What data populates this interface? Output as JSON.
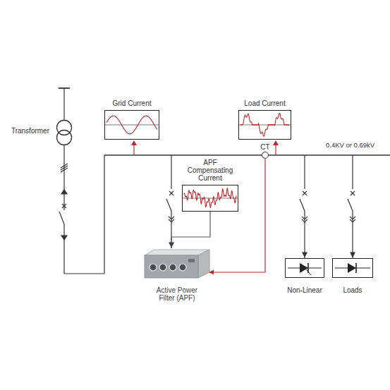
{
  "diagram": {
    "nodes": [
      {
        "text": [
          "Transformer"
        ]
      },
      {
        "text": [
          "Grid Current"
        ]
      },
      {
        "text": [
          "Load Current"
        ]
      },
      {
        "text": [
          "CT"
        ]
      },
      {
        "text": [
          "APF Compensating Current"
        ]
      },
      {
        "text": [
          "Active Power Filter (APF)"
        ]
      },
      {
        "text": [
          "Non-Linear"
        ]
      },
      {
        "text": [
          "Loads"
        ]
      }
    ],
    "edges": [
      {
        "from": 3,
        "to": 5,
        "arrow": "to"
      },
      {
        "from": 4,
        "to": 5,
        "arrow": "none"
      }
    ],
    "labels": [
      "0.4KV or 0.69kV"
    ]
  }
}
